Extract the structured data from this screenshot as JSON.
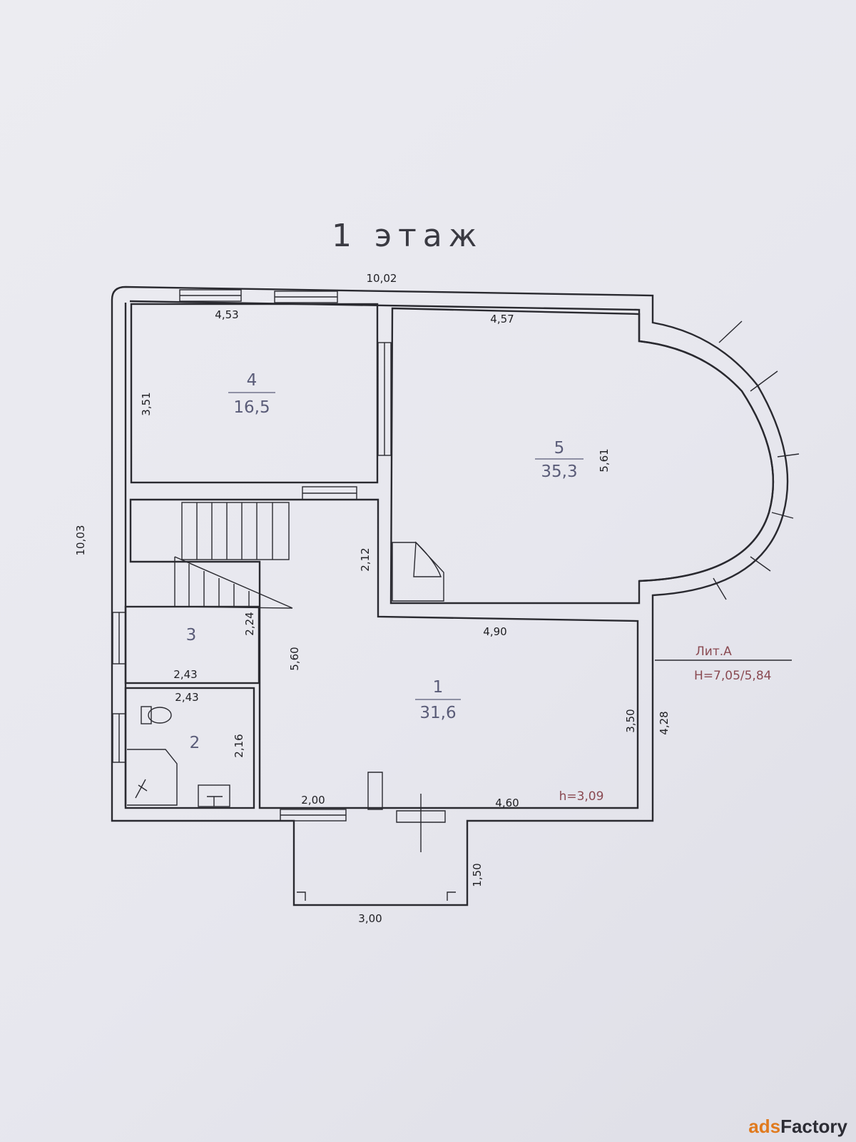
{
  "title": "1 этаж",
  "rooms": [
    {
      "number": "4",
      "area": "16,5"
    },
    {
      "number": "5",
      "area": "35,3"
    },
    {
      "number": "3"
    },
    {
      "number": "2"
    },
    {
      "number": "1",
      "area": "31,6"
    }
  ],
  "dimensions": {
    "overall_width": "10,02",
    "overall_height": "10,03",
    "room4_width": "4,53",
    "room4_height": "3,51",
    "room5_width": "4,57",
    "room5_height": "5,61",
    "hall_upper": "2,12",
    "room1_width": "4,90",
    "room1_height": "3,50",
    "right_wall": "4,28",
    "room3_height": "2,24",
    "room3_width": "2,43",
    "corridor_height": "5,60",
    "room2_width": "2,43",
    "room2_height": "2,16",
    "entry_width": "2,00",
    "room1_bottom": "4,60",
    "porch_depth": "1,50",
    "porch_width": "3,00"
  },
  "ceiling_height": "h=3,09",
  "liter": {
    "label": "Лит.А",
    "height": "Н=7,05/5,84"
  },
  "watermark": {
    "part1": "ads",
    "part2": "Factory"
  },
  "colors": {
    "ink": "#2a2a30",
    "room_label": "#5a5c78",
    "annotation": "#8a4a52"
  }
}
